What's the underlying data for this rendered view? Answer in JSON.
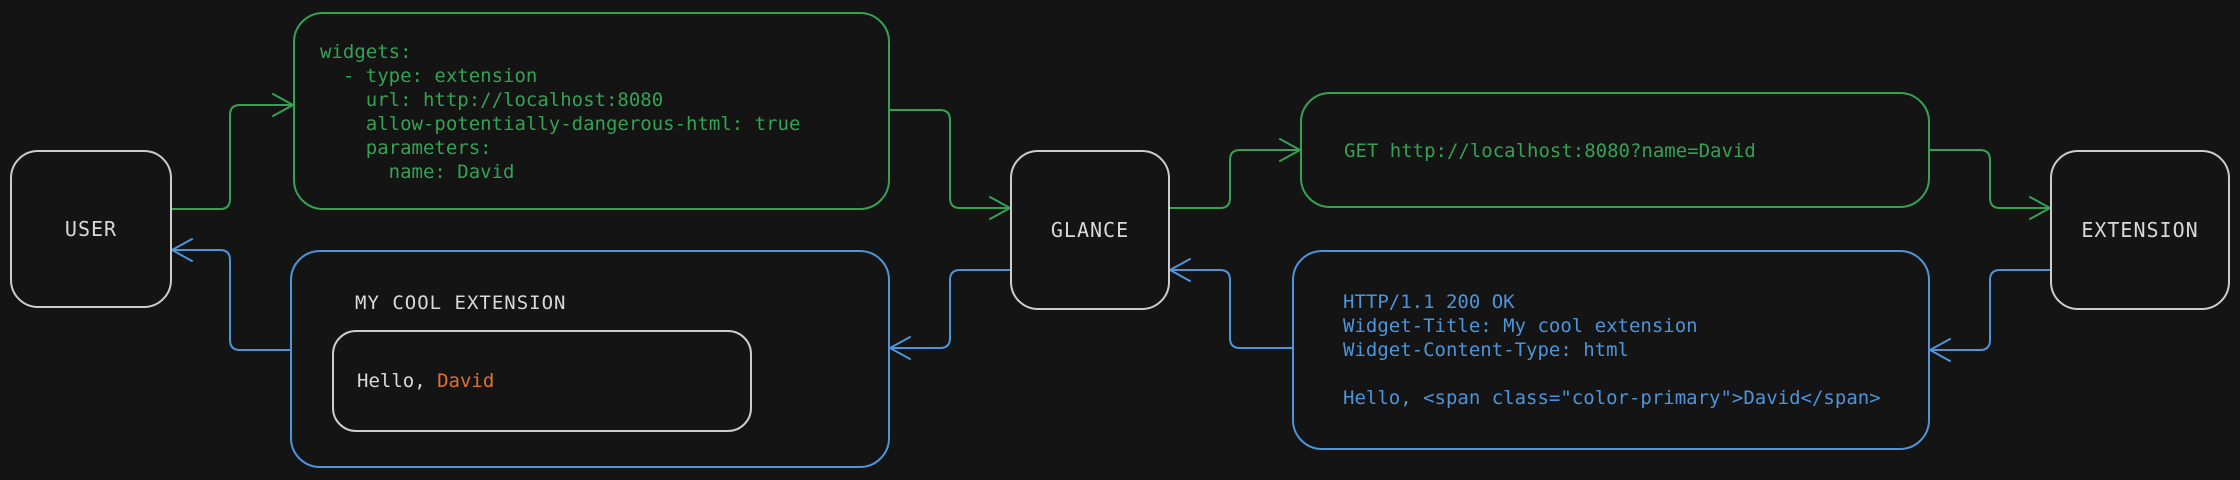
{
  "colors": {
    "bg": "#141414",
    "green": "#35A153",
    "blue": "#4D94DB",
    "gray": "#CCCCCC",
    "text": "#D9D9D9",
    "orange": "#E0702E"
  },
  "nodes": {
    "user": {
      "label": "USER"
    },
    "glance": {
      "label": "GLANCE"
    },
    "extension": {
      "label": "EXTENSION"
    }
  },
  "config_box": {
    "code": "widgets:\n  - type: extension\n    url: http://localhost:8080\n    allow-potentially-dangerous-html: true\n    parameters:\n      name: David"
  },
  "request_box": {
    "code": "GET http://localhost:8080?name=David"
  },
  "response_box": {
    "code": "HTTP/1.1 200 OK\nWidget-Title: My cool extension\nWidget-Content-Type: html\n\nHello, <span class=\"color-primary\">David</span>"
  },
  "widget_box": {
    "title": "MY COOL EXTENSION",
    "hello_prefix": "Hello, ",
    "hello_name": "David"
  }
}
